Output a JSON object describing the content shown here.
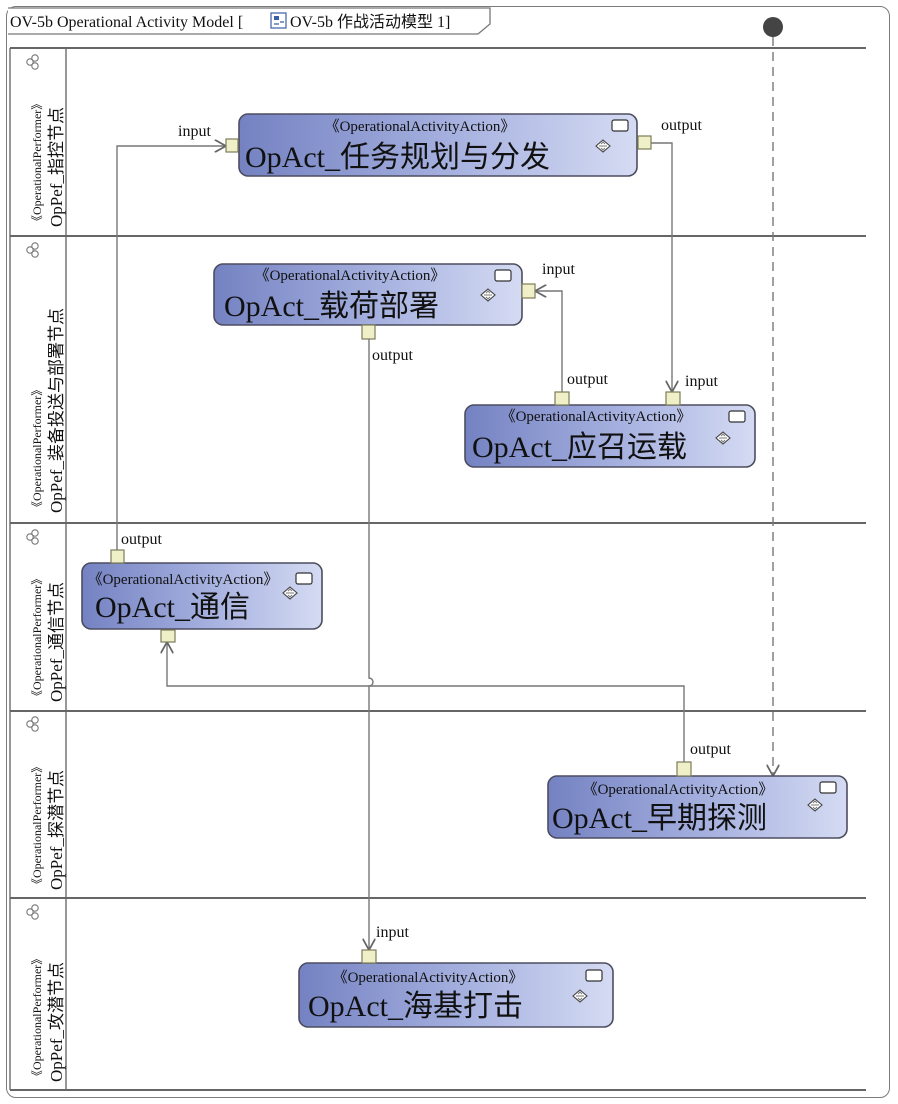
{
  "diagram": {
    "title_prefix": "OV-5b Operational Activity Model [",
    "title_main": "OV-5b 作战活动模型 1]",
    "icons": [
      "diagram-icon",
      "performer-icon",
      "activity-diamond-icon",
      "initial-node-icon"
    ],
    "colors": {
      "box_left": "#7482c2",
      "box_right": "#d5dbf3",
      "pin": "#efefc8",
      "border": "#4d4d60"
    }
  },
  "swimlanes": [
    {
      "stereotype": "《OperationalPerformer》",
      "name": "OpPef_指控节点"
    },
    {
      "stereotype": "《OperationalPerformer》",
      "name": "OpPef_装备投送与部署节点"
    },
    {
      "stereotype": "《OperationalPerformer》",
      "name": "OpPef_通信节点"
    },
    {
      "stereotype": "《OperationalPerformer》",
      "name": "OpPef_探潜节点"
    },
    {
      "stereotype": "《OperationalPerformer》",
      "name": "OpPef_攻潜节点"
    }
  ],
  "activities": [
    {
      "stereotype": "《OperationalActivityAction》",
      "name": "OpAct_任务规划与分发"
    },
    {
      "stereotype": "《OperationalActivityAction》",
      "name": "OpAct_载荷部署"
    },
    {
      "stereotype": "《OperationalActivityAction》",
      "name": "OpAct_应召运载"
    },
    {
      "stereotype": "《OperationalActivityAction》",
      "name": "OpAct_通信"
    },
    {
      "stereotype": "《OperationalActivityAction》",
      "name": "OpAct_早期探测"
    },
    {
      "stereotype": "《OperationalActivityAction》",
      "name": "OpAct_海基打击"
    }
  ],
  "pins": {
    "input": "input",
    "output": "output"
  }
}
